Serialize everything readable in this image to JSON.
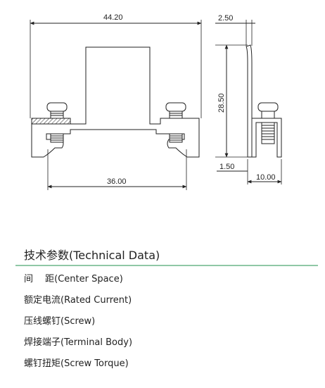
{
  "dimensions": {
    "overall_width": "44.20",
    "screw_spacing": "36.00",
    "height": "28.50",
    "top_thickness": "2.50",
    "bottom_offset": "1.50",
    "base_width": "10.00"
  },
  "section": {
    "title": "技术参数(Technical Data)"
  },
  "specs": [
    {
      "label": "间　 距(Center Space)"
    },
    {
      "label": "额定电流(Rated Current)"
    },
    {
      "label": "压线螺钉(Screw)"
    },
    {
      "label": "焊接端子(Terminal Body)"
    },
    {
      "label": "螺钉扭矩(Screw Torque)"
    }
  ],
  "colors": {
    "rule": "#8fc8a6",
    "line": "#222222"
  }
}
